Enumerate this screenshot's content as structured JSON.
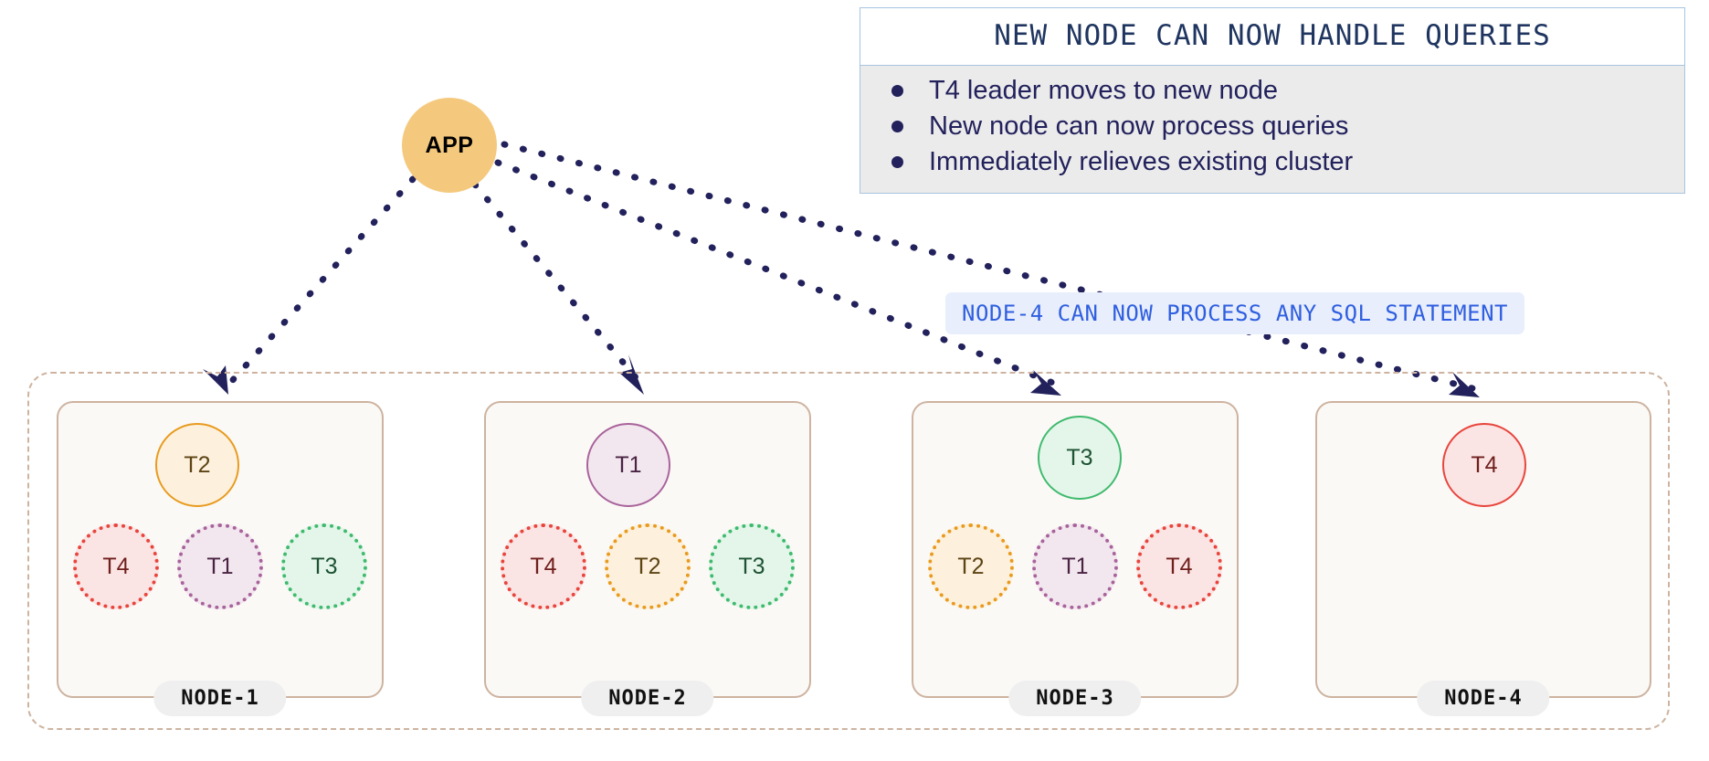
{
  "app": {
    "label": "APP",
    "fill": "#f4c97e",
    "text_color": "#000000"
  },
  "callout": {
    "title": "NEW NODE CAN NOW HANDLE QUERIES",
    "title_color": "#1f3560",
    "border_color": "#a8c4e0",
    "body_bg": "#ebebeb",
    "items": [
      "T4 leader moves to new node",
      "New node can now process queries",
      "Immediately relieves existing cluster"
    ]
  },
  "sql_banner": {
    "text": "NODE-4 CAN NOW PROCESS ANY SQL STATEMENT",
    "color": "#2f5fe0",
    "bg": "#e8eefc"
  },
  "cluster": {
    "boundary_color": "#cdb3a0",
    "node_fill": "#fbf9f6",
    "node_border": "#cdb3a0",
    "pill_bg": "#efeff0",
    "pill_text_color": "#111111",
    "nodes": [
      {
        "label": "NODE-1",
        "leader": {
          "id": "T2",
          "fill": "#fdf1de",
          "border": "#e89b1e",
          "text": "#5c4413"
        },
        "followers": [
          {
            "id": "T4",
            "fill": "#fbe4e4",
            "border": "#e8453c",
            "text": "#6f1f1c"
          },
          {
            "id": "T1",
            "fill": "#f2e7ef",
            "border": "#a9639b",
            "text": "#4a2343"
          },
          {
            "id": "T3",
            "fill": "#e4f6ea",
            "border": "#3fba6e",
            "text": "#1d5233"
          }
        ]
      },
      {
        "label": "NODE-2",
        "leader": {
          "id": "T1",
          "fill": "#f2e7ef",
          "border": "#a9639b",
          "text": "#4a2343"
        },
        "followers": [
          {
            "id": "T4",
            "fill": "#fbe4e4",
            "border": "#e8453c",
            "text": "#6f1f1c"
          },
          {
            "id": "T2",
            "fill": "#fdf1de",
            "border": "#e89b1e",
            "text": "#5c4413"
          },
          {
            "id": "T3",
            "fill": "#e4f6ea",
            "border": "#3fba6e",
            "text": "#1d5233"
          }
        ]
      },
      {
        "label": "NODE-3",
        "leader": {
          "id": "T3",
          "fill": "#e4f6ea",
          "border": "#3fba6e",
          "text": "#1d5233"
        },
        "followers": [
          {
            "id": "T2",
            "fill": "#fdf1de",
            "border": "#e89b1e",
            "text": "#5c4413"
          },
          {
            "id": "T1",
            "fill": "#f2e7ef",
            "border": "#a9639b",
            "text": "#4a2343"
          },
          {
            "id": "T4",
            "fill": "#fbe4e4",
            "border": "#e8453c",
            "text": "#6f1f1c"
          }
        ]
      },
      {
        "label": "NODE-4",
        "leader": {
          "id": "T4",
          "fill": "#fbe4e4",
          "border": "#e8453c",
          "text": "#6f1f1c"
        },
        "followers": []
      }
    ]
  },
  "arrows": {
    "color": "#22215c",
    "style": "dotted",
    "connections": [
      {
        "from": "APP",
        "to": "NODE-1"
      },
      {
        "from": "APP",
        "to": "NODE-2"
      },
      {
        "from": "APP",
        "to": "NODE-3"
      },
      {
        "from": "APP",
        "to": "NODE-4"
      }
    ]
  }
}
